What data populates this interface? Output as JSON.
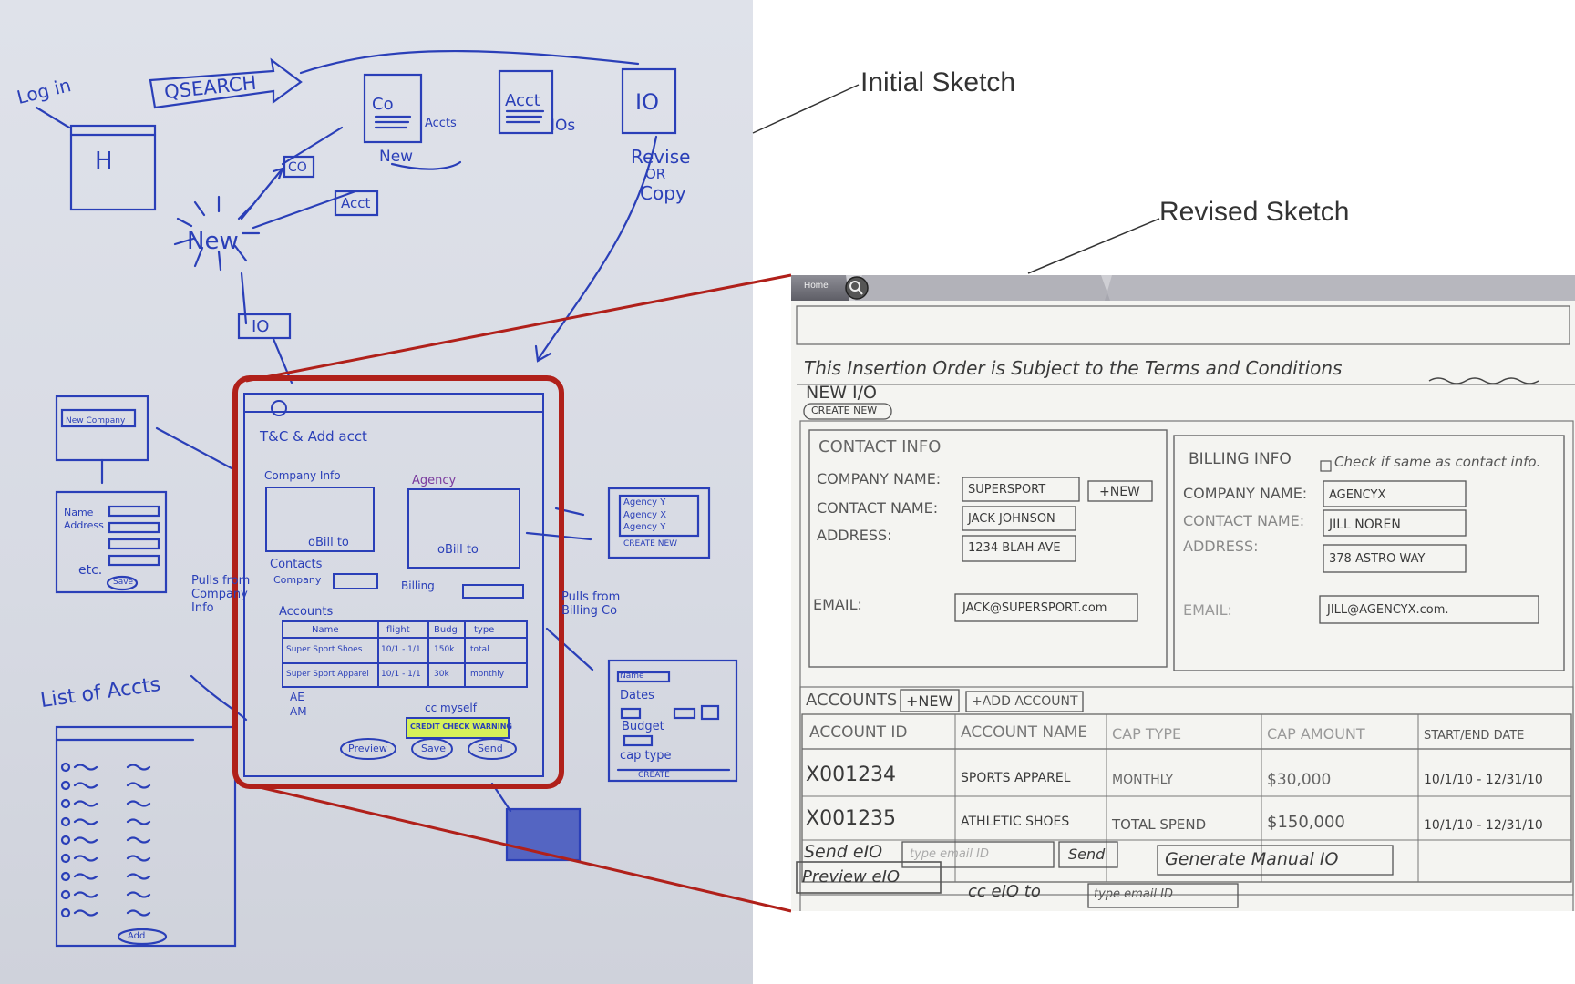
{
  "callouts": {
    "initial": "Initial Sketch",
    "revised": "Revised Sketch"
  },
  "initial_sketch": {
    "flow": {
      "login": "Log in",
      "qsearch": "QSEARCH",
      "home_screen": "H",
      "co_card": "Co",
      "co_accts": "Accts",
      "co_new": "New",
      "acct_card": "Acct",
      "acct_ios": "IOs",
      "io_card": "IO",
      "revise": "Revise",
      "or": "OR",
      "copy": "Copy",
      "new_burst": "New",
      "new_co": "CO",
      "new_acct": "Acct",
      "new_io": "IO"
    },
    "io_form": {
      "terms": "T&C & Add acct",
      "company_info": "Company Info",
      "agency": "Agency",
      "bill_to_1": "oBill to",
      "bill_to_2": "oBill to",
      "contacts": "Contacts",
      "company": "Company",
      "billing": "Billing",
      "accounts": "Accounts",
      "col_name": "Name",
      "col_flight": "flight",
      "col_budget": "Budg",
      "col_type": "type",
      "row1": [
        "Super Sport Shoes",
        "10/1 - 1/1",
        "150k",
        "total"
      ],
      "row2": [
        "Super Sport Apparel",
        "10/1 - 1/1",
        "30k",
        "monthly"
      ],
      "ae": "AE",
      "am": "AM",
      "cc_myself": "cc myself",
      "credit_check": "CREDIT CHECK WARNING",
      "preview": "Preview",
      "save": "Save",
      "send": "Send"
    },
    "side_notes": {
      "new_company": "New Company",
      "name": "Name",
      "address": "Address",
      "etc": "etc.",
      "save": "Save",
      "pulls_company": "Pulls from Company Info",
      "pulls_billing": "Pulls from Billing Co",
      "agency_y": "Agency Y",
      "agency_x": "Agency X",
      "agency_y2": "Agency Y",
      "create_new": "CREATE NEW",
      "list_accts": "List of Accts",
      "add": "Add",
      "dates": "Dates",
      "budget": "Budget",
      "cap_type": "cap type",
      "name_field": "Name",
      "create": "CREATE"
    }
  },
  "revised_sketch": {
    "home_tab": "Home",
    "terms": "This Insertion Order is Subject to the Terms and Conditions",
    "title": "NEW I/O",
    "create_new": "CREATE NEW",
    "contact": {
      "heading": "CONTACT INFO",
      "company_label": "COMPANY NAME:",
      "company_value": "SUPERSPORT",
      "new_button": "+NEW",
      "contact_label": "CONTACT NAME:",
      "contact_value": "JACK JOHNSON",
      "address_label": "ADDRESS:",
      "address_value": "1234 BLAH AVE",
      "email_label": "EMAIL:",
      "email_value": "JACK@SUPERSPORT.com"
    },
    "billing": {
      "heading": "BILLING INFO",
      "checkbox_label": "Check if same as contact info.",
      "company_label": "COMPANY NAME:",
      "company_value": "AGENCYX",
      "contact_label": "CONTACT NAME:",
      "contact_value": "JILL NOREN",
      "address_label": "ADDRESS:",
      "address_value": "378 ASTRO WAY",
      "email_label": "EMAIL:",
      "email_value": "JILL@AGENCYX.com."
    },
    "accounts": {
      "heading": "ACCOUNTS",
      "new_button": "+NEW",
      "add_button": "+ADD ACCOUNT",
      "columns": [
        "ACCOUNT ID",
        "ACCOUNT NAME",
        "CAP TYPE",
        "CAP AMOUNT",
        "START/END DATE"
      ],
      "rows": [
        [
          "X001234",
          "SPORTS APPAREL",
          "MONTHLY",
          "$30,000",
          "10/1/10 - 12/31/10"
        ],
        [
          "X001235",
          "ATHLETIC SHOES",
          "TOTAL SPEND",
          "$150,000",
          "10/1/10 - 12/31/10"
        ]
      ]
    },
    "send_eio_label": "Send eIO",
    "send_input_placeholder": "type email ID",
    "send_button": "Send",
    "generate_manual": "Generate Manual IO",
    "preview_eio": "Preview eIO",
    "cc_label": "cc eIO to",
    "cc_input_placeholder": "type email ID"
  }
}
